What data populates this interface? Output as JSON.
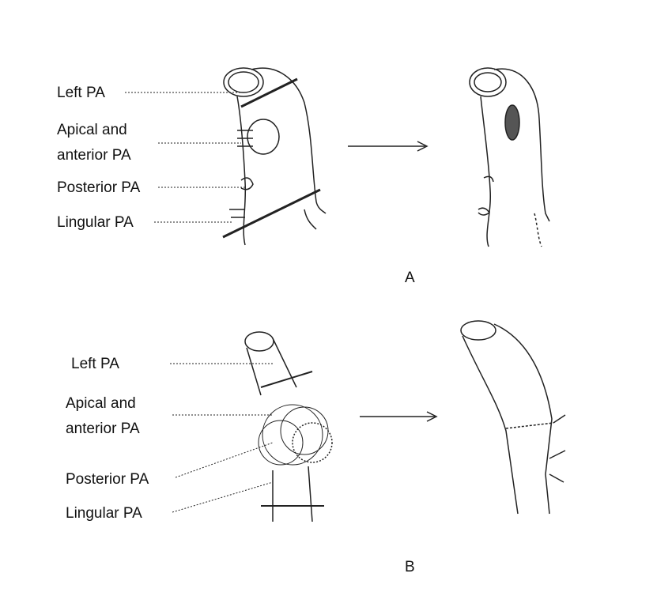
{
  "panel_a": {
    "caption": "A",
    "labels": [
      "Left PA",
      "Apical and",
      "anterior PA",
      "Posterior PA",
      "Lingular PA"
    ]
  },
  "panel_b": {
    "caption": "B",
    "labels": [
      "Left PA",
      "Apical and",
      "anterior PA",
      "Posterior PA",
      "Lingular PA"
    ]
  }
}
